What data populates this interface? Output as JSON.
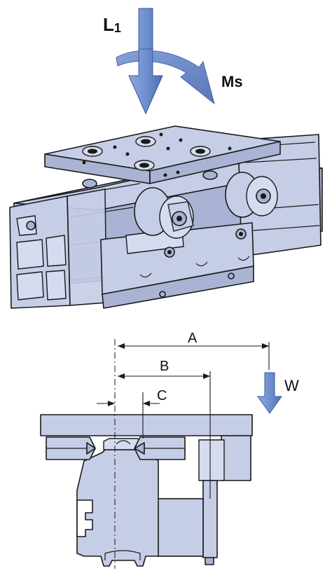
{
  "labels": {
    "L1_main": "L",
    "L1_sub": "1",
    "Ms": "Ms",
    "A": "A",
    "B": "B",
    "C": "C",
    "W": "W"
  },
  "colors": {
    "arrow_blue": "#5b7fc6",
    "part_fill": "#c6cde6",
    "part_dark": "#a9b3d3",
    "outline": "#1a1a1a"
  }
}
